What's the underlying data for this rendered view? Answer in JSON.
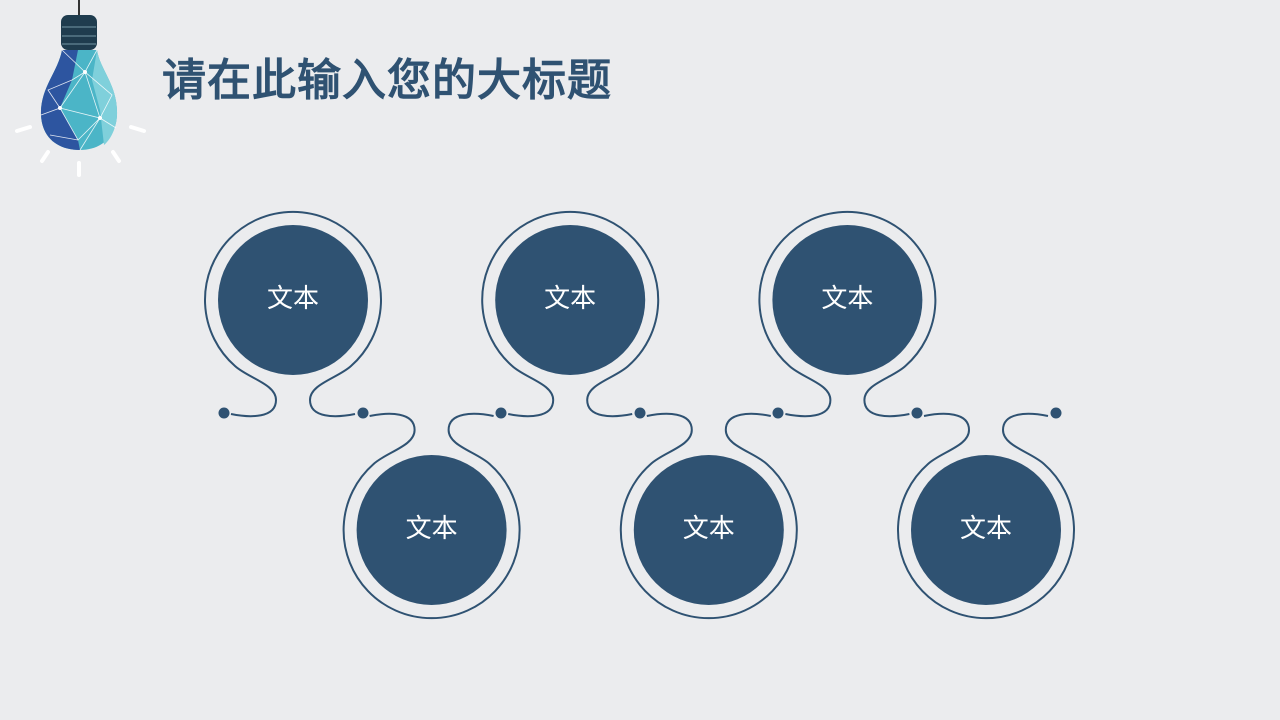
{
  "title": "请在此输入您的大标题",
  "colors": {
    "accent": "#2f5272",
    "background": "#ebecee"
  },
  "nodes": [
    {
      "label": "文本",
      "row": "top"
    },
    {
      "label": "文本",
      "row": "bottom"
    },
    {
      "label": "文本",
      "row": "top"
    },
    {
      "label": "文本",
      "row": "bottom"
    },
    {
      "label": "文本",
      "row": "top"
    },
    {
      "label": "文本",
      "row": "bottom"
    }
  ]
}
